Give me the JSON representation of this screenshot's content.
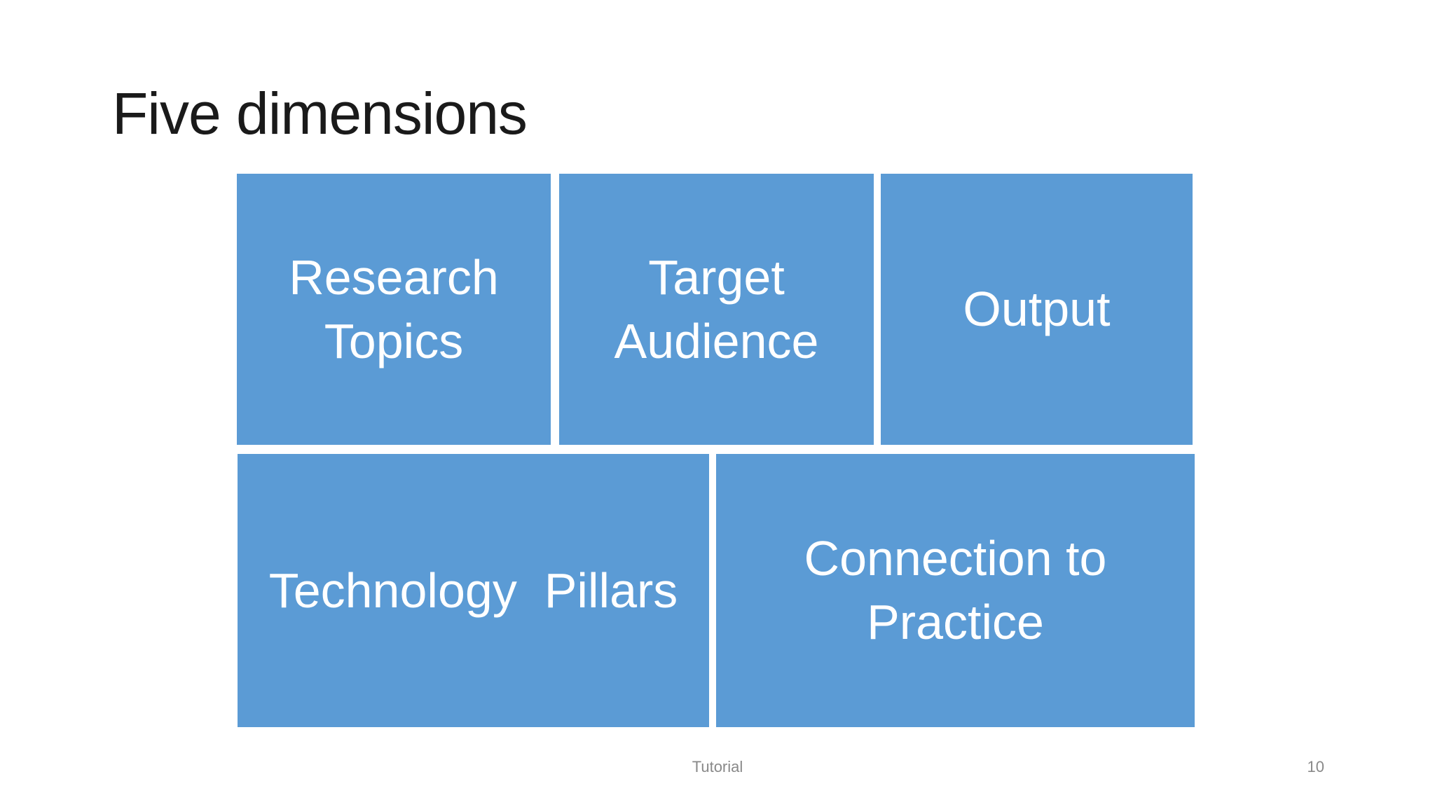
{
  "slide": {
    "title": "Five dimensions",
    "boxes": [
      {
        "label": "Research Topics"
      },
      {
        "label": "Target Audience"
      },
      {
        "label": "Output"
      },
      {
        "label": "Technology  Pillars"
      },
      {
        "label": "Connection to Practice"
      }
    ],
    "footer": {
      "center_text": "Tutorial",
      "page_number": "10"
    },
    "colors": {
      "background": "#FFFFFF",
      "box_fill": "#5B9BD5",
      "box_text": "#FFFFFF",
      "title_text": "#1A1A1A",
      "footer_text": "#898989"
    }
  }
}
